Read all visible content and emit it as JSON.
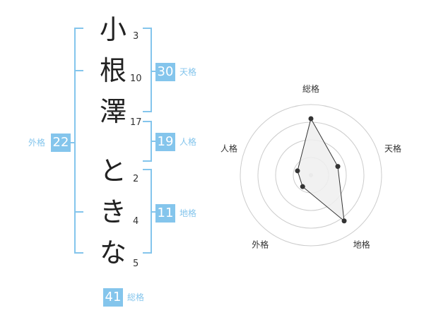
{
  "name": {
    "characters": [
      {
        "char": "小",
        "strokes": "3"
      },
      {
        "char": "根",
        "strokes": "10"
      },
      {
        "char": "澤",
        "strokes": "17"
      },
      {
        "char": "と",
        "strokes": "2"
      },
      {
        "char": "き",
        "strokes": "4"
      },
      {
        "char": "な",
        "strokes": "5"
      }
    ]
  },
  "fortune": {
    "tenkaku": {
      "value": "30",
      "label": "天格"
    },
    "jinkaku": {
      "value": "19",
      "label": "人格"
    },
    "chikaku": {
      "value": "11",
      "label": "地格"
    },
    "gaikaku": {
      "value": "22",
      "label": "外格"
    },
    "soukaku": {
      "value": "41",
      "label": "総格"
    }
  },
  "colors": {
    "accent": "#84c5ec",
    "text": "#222222"
  },
  "chart_data": {
    "type": "radar",
    "axes": [
      "総格",
      "天格",
      "地格",
      "外格",
      "人格"
    ],
    "values": [
      4,
      2,
      4,
      1,
      1
    ],
    "rmax": 5,
    "rings": 4
  }
}
